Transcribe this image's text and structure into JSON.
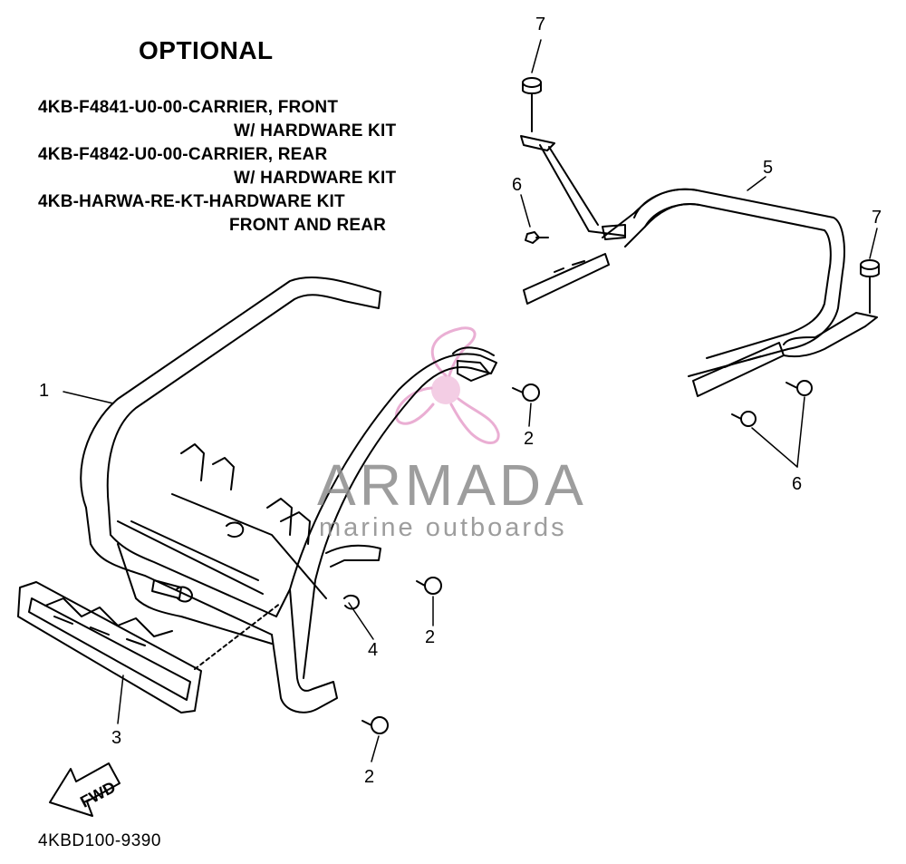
{
  "header": {
    "title": "OPTIONAL"
  },
  "parts_list": [
    "4KB-F4841-U0-00-CARRIER, FRONT",
    "W/ HARDWARE KIT",
    "4KB-F4842-U0-00-CARRIER, REAR",
    "W/ HARDWARE KIT",
    "4KB-HARWA-RE-KT-HARDWARE KIT",
    "FRONT AND REAR"
  ],
  "callouts": {
    "c1": "1",
    "c2a": "2",
    "c2b": "2",
    "c2c": "2",
    "c3": "3",
    "c4": "4",
    "c5": "5",
    "c6a": "6",
    "c6b": "6",
    "c7a": "7",
    "c7b": "7"
  },
  "fwd_label": "FWD",
  "diagram_id": "4KBD100-9390",
  "watermark": {
    "name": "ARMADA",
    "subtitle": "marine outboards",
    "logo_color": "#e8a6cf",
    "text_color": "#8c8c8c"
  }
}
